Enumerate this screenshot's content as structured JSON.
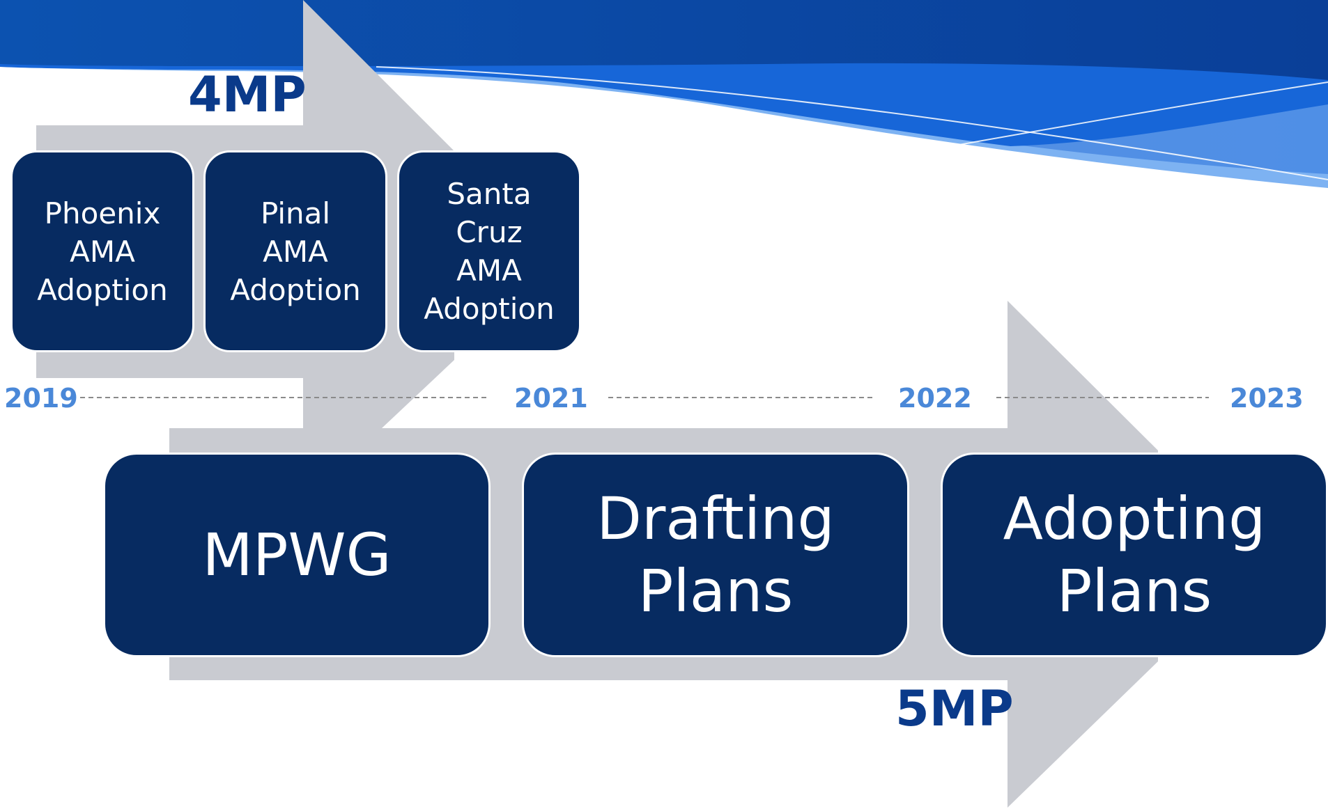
{
  "arrows": {
    "top_label": "4MP",
    "bottom_label": "5MP"
  },
  "top_steps": [
    {
      "label": "Phoenix\nAMA\nAdoption"
    },
    {
      "label": "Pinal\nAMA\nAdoption"
    },
    {
      "label": "Santa\nCruz\nAMA\nAdoption"
    }
  ],
  "bottom_steps": [
    {
      "label": "MPWG"
    },
    {
      "label": "Drafting\nPlans"
    },
    {
      "label": "Adopting\nPlans"
    }
  ],
  "timeline": {
    "years": [
      "2019",
      "2021",
      "2022",
      "2023"
    ]
  },
  "colors": {
    "box": "#072b61",
    "arrow": "#c9cbd1",
    "year": "#4a88d8",
    "label": "#0a3a8a"
  }
}
